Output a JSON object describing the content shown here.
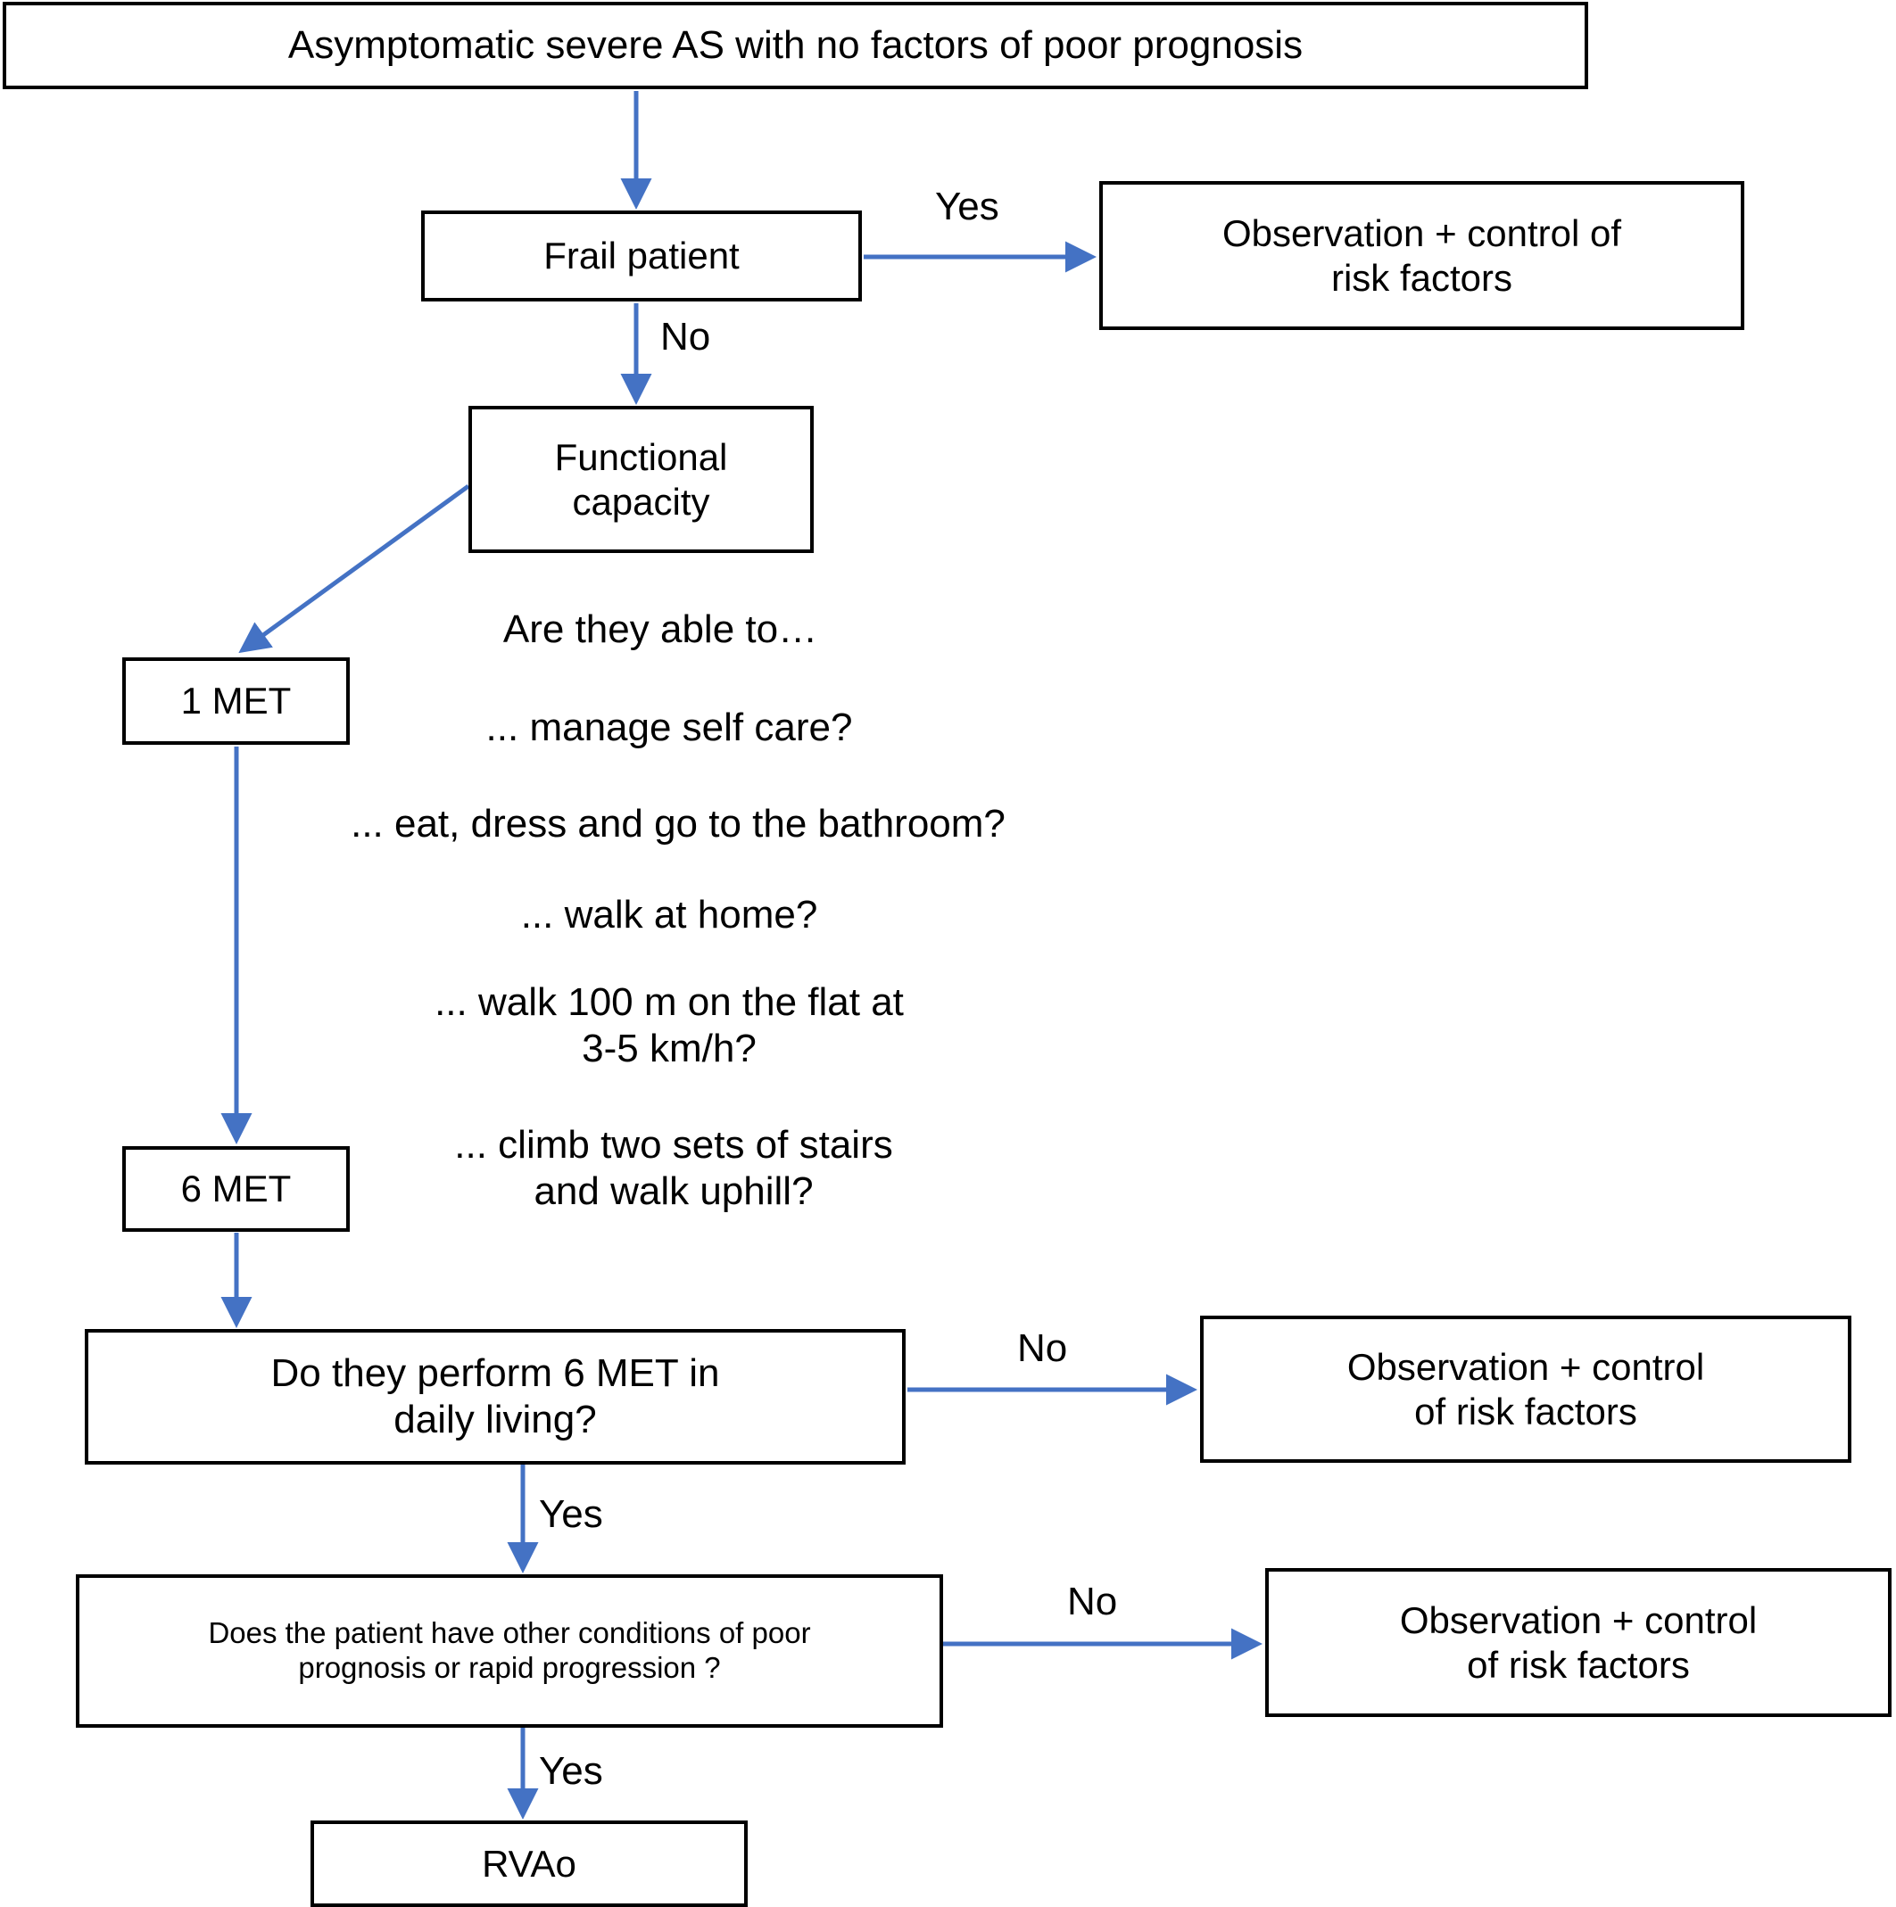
{
  "diagram": {
    "title_text": "Asymptomatic severe AS with no factors of poor prognosis",
    "accent_color": "#4472C4",
    "border_color": "#000000",
    "background_color": "#FFFFFF",
    "nodes": {
      "root": "Asymptomatic severe AS with no factors of poor prognosis",
      "frail_patient": "Frail patient",
      "observation_top": "Observation + control of\nrisk factors",
      "functional_capacity": "Functional\ncapacity",
      "met_1": "1 MET",
      "met_6": "6 MET",
      "perform_6met": "Do they perform 6 MET in\ndaily living?",
      "observation_mid": "Observation + control\nof risk factors",
      "other_conditions": "Does the patient have other conditions of poor\nprognosis or rapid progression ?",
      "observation_bottom": "Observation  + control\nof risk factors",
      "rvao": "RVAo"
    },
    "edge_labels": {
      "frail_yes": "Yes",
      "frail_no": "No",
      "perform_no": "No",
      "perform_yes": "Yes",
      "conditions_no": "No",
      "conditions_yes": "Yes"
    },
    "questions": {
      "prompt": "Are they able to…",
      "items": [
        "... manage self care?",
        "... eat, dress and go to the bathroom?",
        "... walk at home?",
        "... walk 100 m on the flat at\n3-5 km/h?",
        "... climb two sets of stairs\nand walk uphill?"
      ]
    }
  }
}
